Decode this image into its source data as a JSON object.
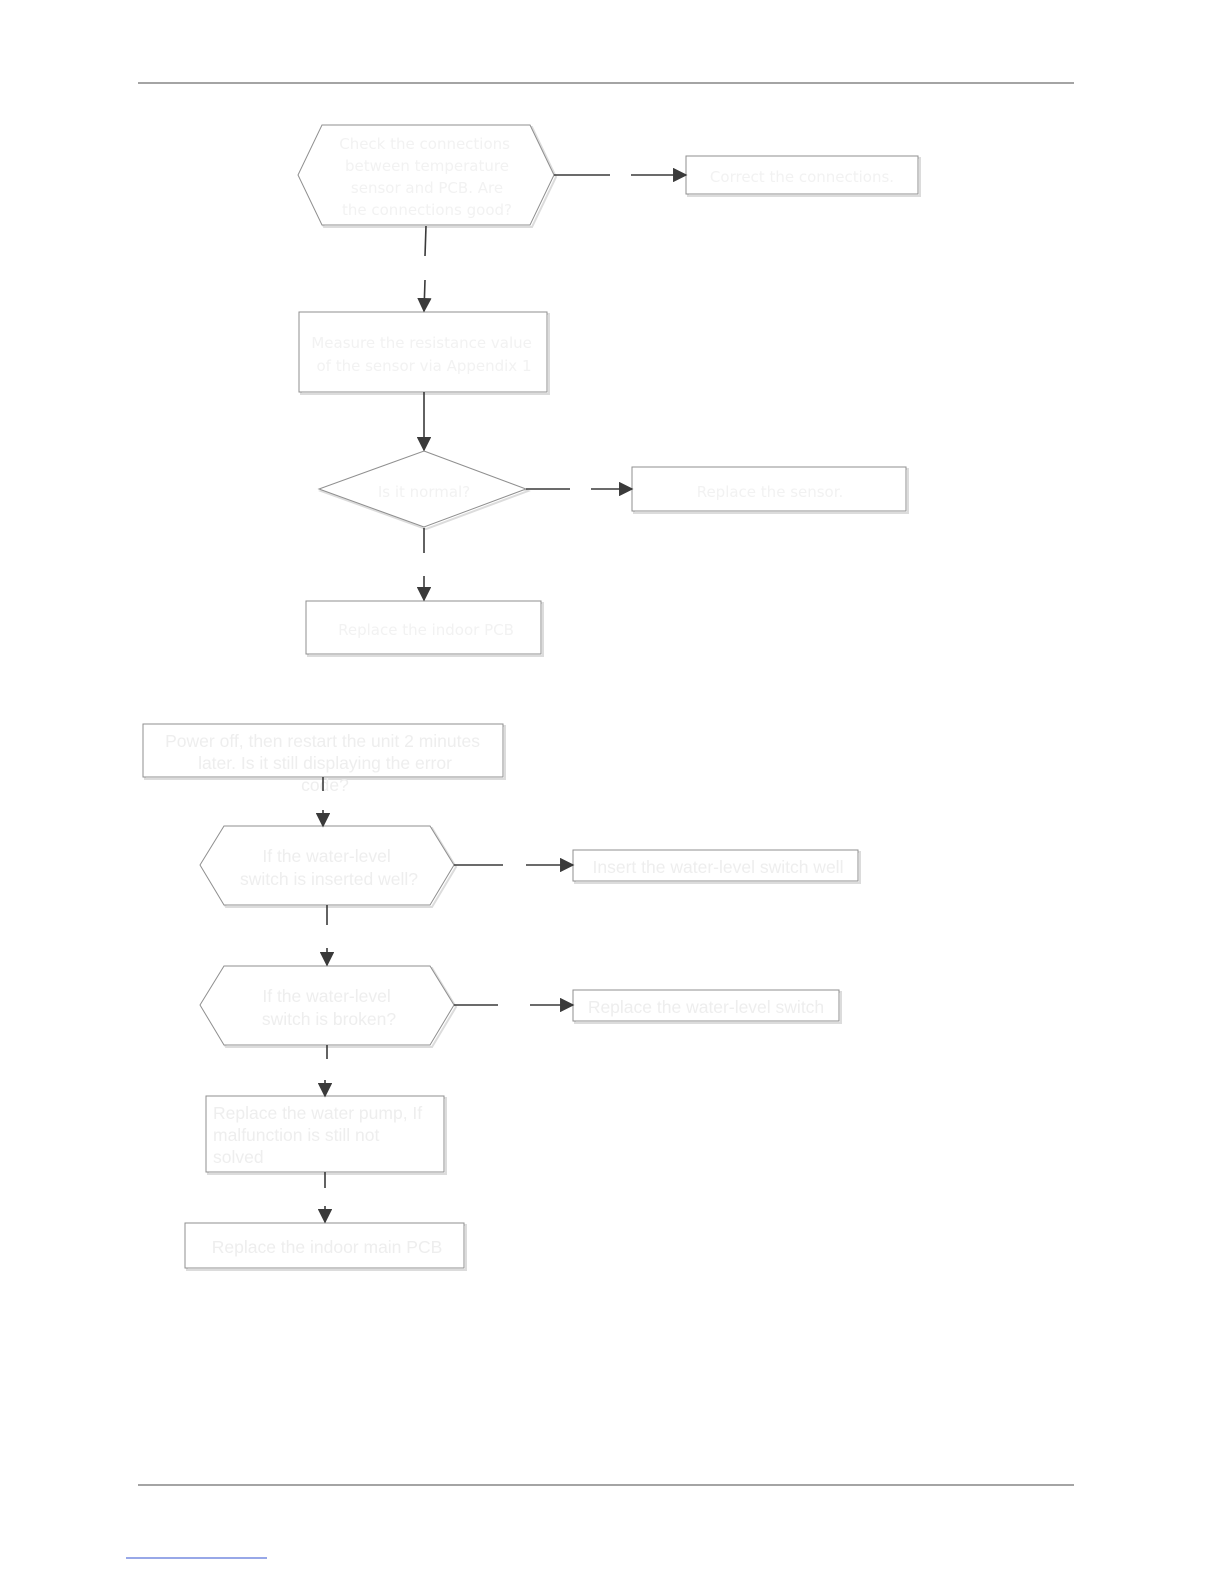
{
  "flowchart_1": {
    "check_connections": "Check the connections between temperature sensor and PCB. Are the connections good?",
    "correct_connections": "Correct the connections.",
    "measure_resistance": "Measure the resistance value of the sensor via Appendix 1",
    "is_normal": "Is it normal?",
    "replace_sensor": "Replace the sensor.",
    "replace_indoor_pcb": "Replace the indoor PCB"
  },
  "flowchart_2": {
    "power_off_restart": "Power off, then restart the unit 2 minutes later. Is it still displaying the error code?",
    "switch_inserted": "If the water-level switch is inserted well?",
    "insert_switch": "Insert the water-level switch well",
    "switch_broken": "If the water-level switch is broken?",
    "replace_switch": "Replace the water-level switch",
    "replace_pump": "Replace the water pump, If malfunction is still not solved",
    "replace_main_pcb": "Replace the indoor main PCB"
  }
}
